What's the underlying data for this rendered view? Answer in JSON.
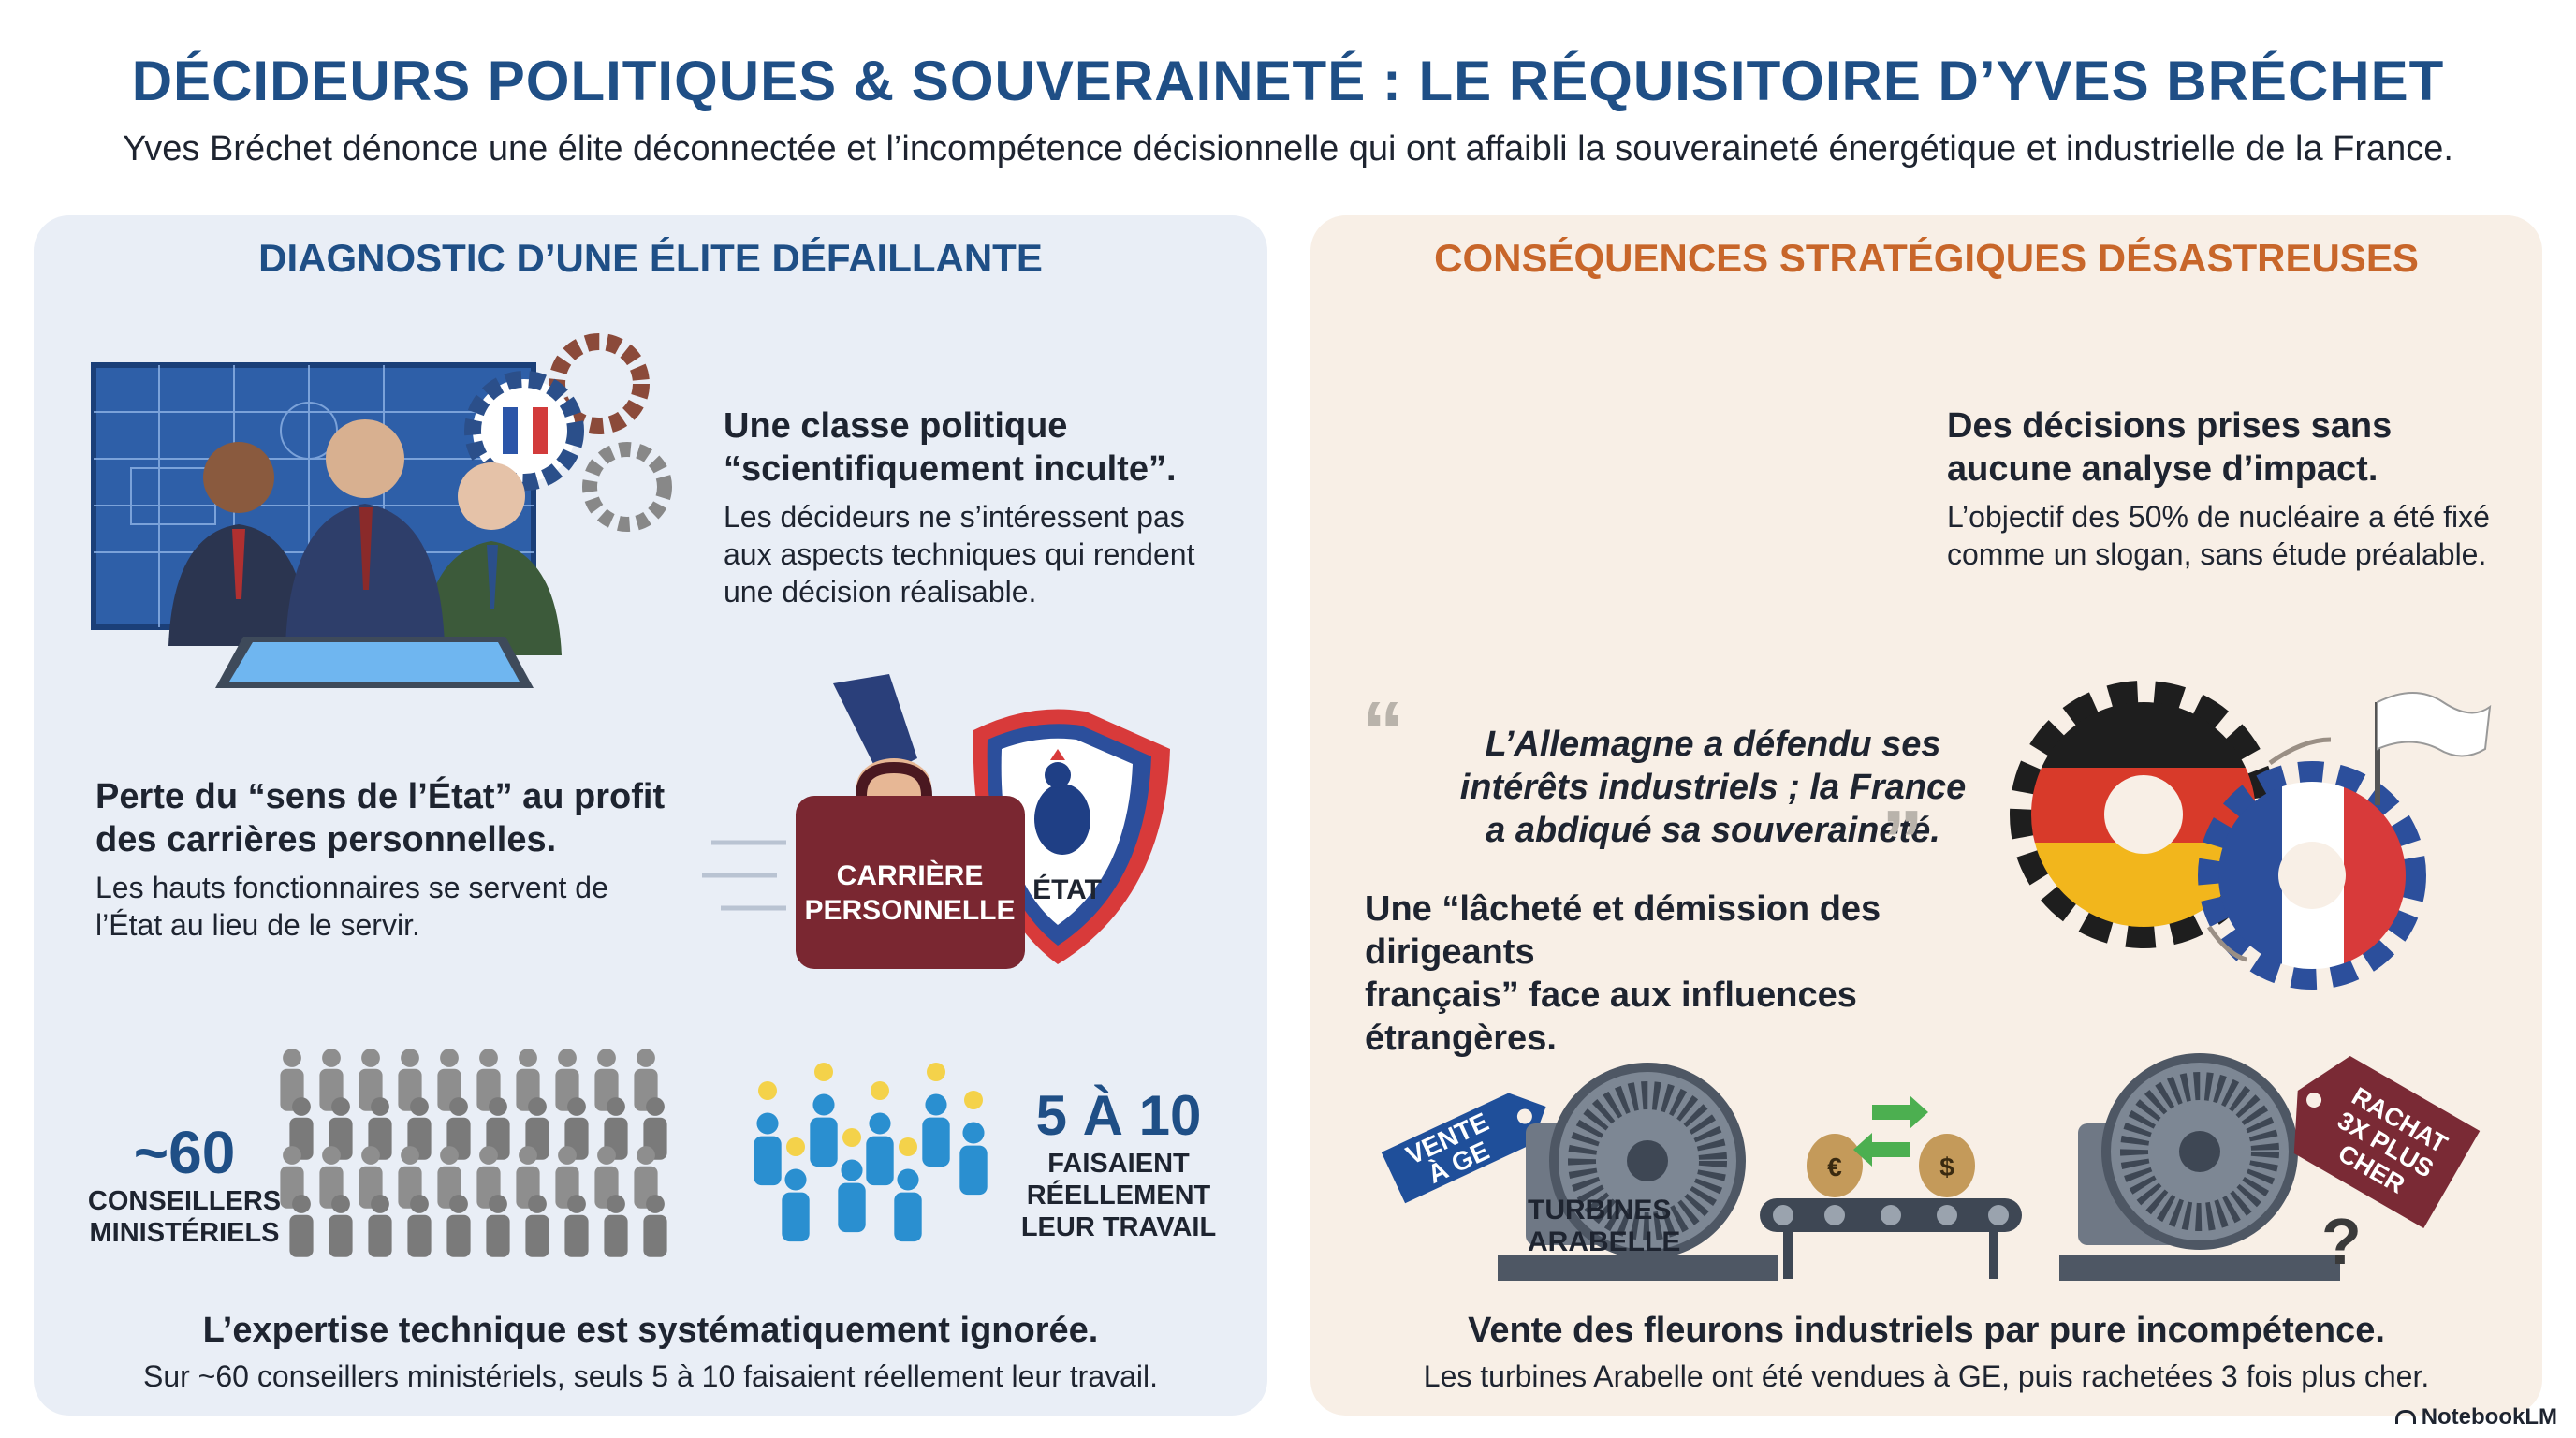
{
  "header": {
    "title": "DÉCIDEURS POLITIQUES & SOUVERAINETÉ : LE RÉQUISITOIRE D’YVES BRÉCHET",
    "subtitle": "Yves Bréchet dénonce une élite déconnectée et l’incompétence décisionnelle qui ont affaibli la souveraineté énergétique et industrielle de la France."
  },
  "left": {
    "title": "DIAGNOSTIC D’UNE ÉLITE DÉFAILLANTE",
    "block1": {
      "heading_l1": "Une classe politique",
      "heading_l2": "“scientifiquement inculte”.",
      "text_l1": "Les décideurs ne s’intéressent pas",
      "text_l2": "aux aspects techniques qui rendent",
      "text_l3": "une décision réalisable."
    },
    "block2": {
      "heading_l1": "Perte du “sens de l’État” au profit",
      "heading_l2": "des carrières personnelles.",
      "text_l1": "Les hauts fonctionnaires se servent de",
      "text_l2": "l’État au lieu de le servir.",
      "bag_label_l1": "CARRIÈRE",
      "bag_label_l2": "PERSONNELLE",
      "shield_label": "ÉTAT"
    },
    "block3": {
      "big_number": "~60",
      "label_l1": "CONSEILLERS",
      "label_l2": "MINISTÉRIELS",
      "small_number": "5 À 10",
      "small_label_l1": "FAISAIENT",
      "small_label_l2": "RÉELLEMENT",
      "small_label_l3": "LEUR TRAVAIL",
      "heading": "L’expertise technique est systématiquement ignorée.",
      "text": "Sur ~60 conseillers ministériels, seuls 5 à 10 faisaient réellement leur travail."
    }
  },
  "right": {
    "title": "CONSÉQUENCES STRATÉGIQUES DÉSASTREUSES",
    "block1": {
      "heading_l1": "Des décisions prises sans",
      "heading_l2": "aucune analyse d’impact.",
      "text_l1": "L’objectif des 50% de nucléaire a été fixé",
      "text_l2": "comme un slogan, sans étude préalable."
    },
    "block2": {
      "quote_l1": "L’Allemagne a défendu ses",
      "quote_l2": "intérêts industriels ; la France",
      "quote_l3": "a abdiqué sa souveraineté.",
      "heading_l1": "Une “lâcheté et démission des dirigeants",
      "heading_l2": "français” face aux influences étrangères."
    },
    "block3": {
      "tag_left_l1": "VENTE",
      "tag_left_l2": "À GE",
      "turbine_label_l1": "TURBINES",
      "turbine_label_l2": "ARABELLE",
      "tag_right_l1": "RACHAT",
      "tag_right_l2": "3X PLUS",
      "tag_right_l3": "CHER",
      "question_mark": "?",
      "heading": "Vente des fleurons industriels par pure incompétence.",
      "text": "Les turbines Arabelle ont été vendues à GE, puis rachetées 3 fois plus cher."
    }
  },
  "footer": {
    "brand": "NotebookLM"
  },
  "colors": {
    "title_blue": "#1f4f86",
    "accent_orange": "#c8662a",
    "bag_maroon": "#7a2731",
    "people_blue": "#2a8fd0",
    "people_gray": "#8a8a8a",
    "tag_blue": "#1f4f9a",
    "tag_maroon": "#7a2a35"
  }
}
